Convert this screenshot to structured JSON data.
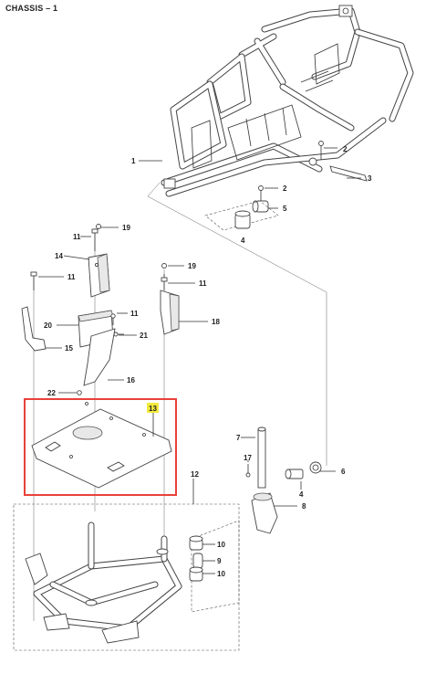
{
  "title": "CHASSIS – 1",
  "callouts": {
    "c1": "1",
    "c2a": "2",
    "c2b": "2",
    "c3": "3",
    "c4a": "4",
    "c4b": "4",
    "c5": "5",
    "c6": "6",
    "c7": "7",
    "c8": "8",
    "c9": "9",
    "c10a": "10",
    "c10b": "10",
    "c11a": "11",
    "c11b": "11",
    "c11c": "11",
    "c11d": "11",
    "c12": "12",
    "c13": "13",
    "c14": "14",
    "c15": "15",
    "c16": "16",
    "c17": "17",
    "c18": "18",
    "c19a": "19",
    "c19b": "19",
    "c20": "20",
    "c21": "21",
    "c22": "22"
  },
  "highlight": {
    "part": "13",
    "box_color": "#e8413a",
    "label_bg": "#f3ea3c"
  }
}
